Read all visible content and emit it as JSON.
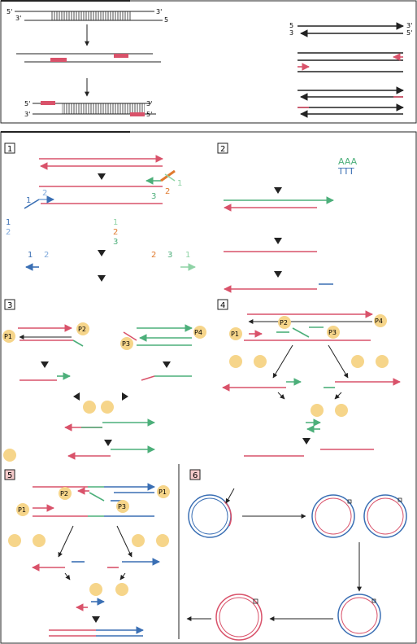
{
  "colors": {
    "red": "#d9526a",
    "green": "#4caf7a",
    "light_green": "#8fd3a6",
    "blue": "#3a6fb4",
    "light_blue": "#7ea8db",
    "orange": "#e07a2e",
    "black": "#222222",
    "circle_fill": "#f6d58a",
    "box_label_bg": "#f3c9c9"
  },
  "top_panel": {
    "end_labels": {
      "five_prime_top": "5'",
      "three_prime_top_left": "3'",
      "three_prime_top_right": "3'",
      "five_prime_top_right": "5",
      "five_prime_bottom_left": "5'",
      "three_prime_bottom_right": "3'",
      "three_prime_bottom_left": "3'",
      "five_prime_bottom_right": "5'"
    },
    "right_labels": {
      "five_a": "5",
      "three_a": "3",
      "three_b": "3'",
      "five_b": "5'"
    }
  },
  "panels": {
    "p1": {
      "label": "1",
      "num_1": "1",
      "num_2": "2",
      "num_3": "3",
      "legend": [
        "1",
        "2"
      ],
      "legend_mid": [
        "1",
        "2",
        "3"
      ],
      "bottom_left": [
        "1",
        "2"
      ],
      "bottom_right": [
        "2",
        "3",
        "1"
      ]
    },
    "p2": {
      "label": "2",
      "top_row": "AAA",
      "bottom_row": "TTT"
    },
    "p3": {
      "label": "3",
      "primers": [
        "P1",
        "P2",
        "P3",
        "P4"
      ]
    },
    "p4": {
      "label": "4",
      "primers": [
        "P1",
        "P2",
        "P3",
        "P4"
      ]
    },
    "p5": {
      "label": "5",
      "primers": [
        "P1",
        "P2",
        "P3",
        "P1"
      ]
    },
    "p6": {
      "label": "6"
    }
  }
}
